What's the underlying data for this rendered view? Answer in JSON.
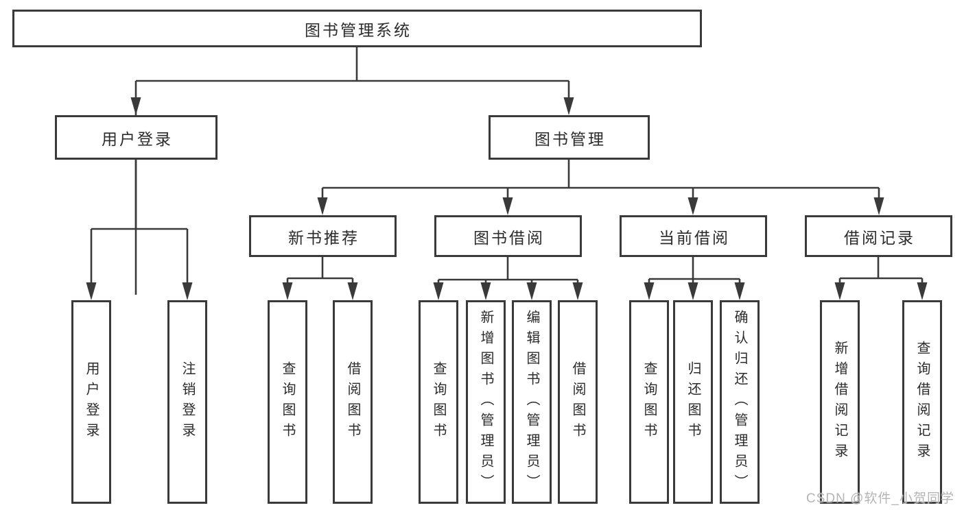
{
  "diagram": {
    "root": {
      "label": "图书管理系统"
    },
    "level2": [
      {
        "label": "用户登录"
      },
      {
        "label": "图书管理"
      }
    ],
    "level3": [
      {
        "label": "新书推荐"
      },
      {
        "label": "图书借阅"
      },
      {
        "label": "当前借阅"
      },
      {
        "label": "借阅记录"
      }
    ],
    "leaves": {
      "login": [
        "用户登录",
        "注销登录"
      ],
      "newbook": [
        "查询图书",
        "借阅图书"
      ],
      "borrow": [
        "查询图书",
        "新增图书（管理员）",
        "编辑图书（管理员）",
        "借阅图书"
      ],
      "current": [
        "查询图书",
        "归还图书",
        "确认归还（管理员）"
      ],
      "records": [
        "新增借阅记录",
        "查询借阅记录"
      ]
    }
  },
  "watermark": {
    "text": "CSDN @软件_小贺同学"
  },
  "colors": {
    "line": "#3a3a3a",
    "text": "#2b2b2b",
    "watermark": "#b4b4b4",
    "background": "#ffffff"
  }
}
